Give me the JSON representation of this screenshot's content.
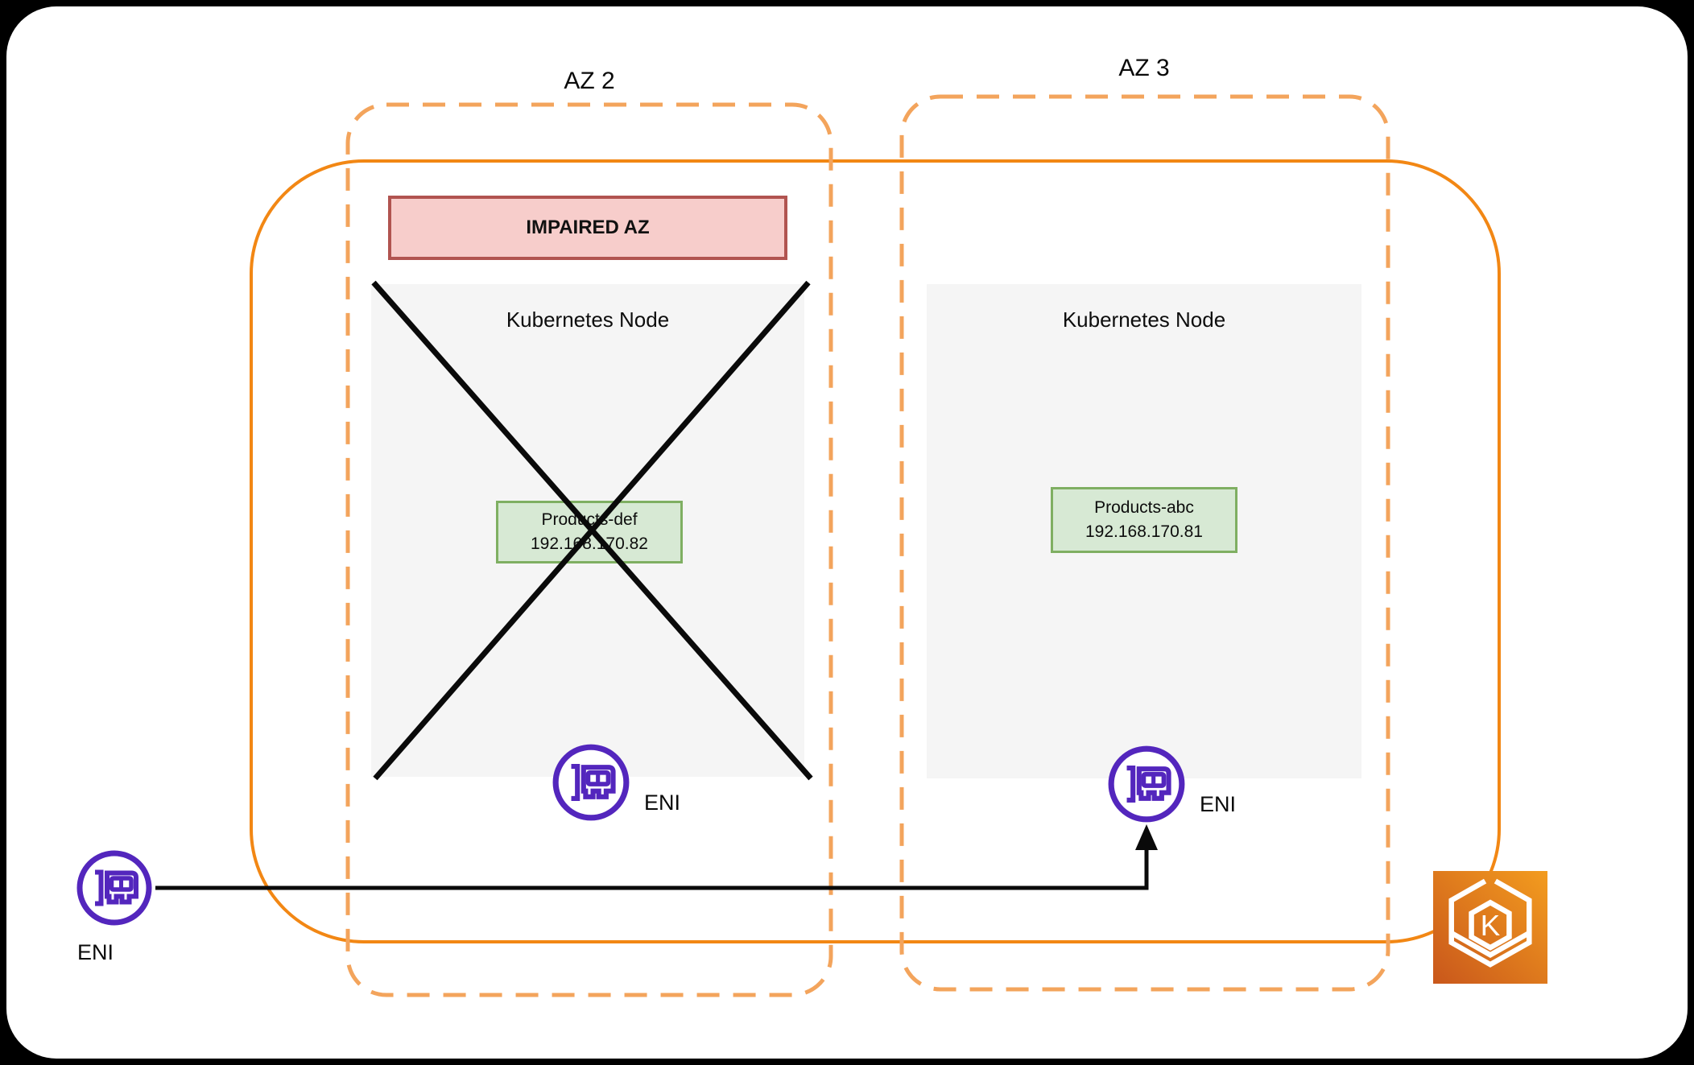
{
  "zones": {
    "az2": {
      "label": "AZ 2"
    },
    "az3": {
      "label": "AZ 3"
    }
  },
  "impaired_banner": {
    "label": "IMPAIRED AZ"
  },
  "nodes": {
    "left": {
      "title": "Kubernetes Node",
      "pod_name": "Products-def",
      "pod_ip": "192.168.170.82",
      "eni_label": "ENI",
      "status": "failed (crossed out)"
    },
    "right": {
      "title": "Kubernetes Node",
      "pod_name": "Products-abc",
      "pod_ip": "192.168.170.81",
      "eni_label": "ENI",
      "status": "healthy"
    }
  },
  "external_eni": {
    "label": "ENI"
  },
  "eks": {
    "badge_letter": "K"
  },
  "colors": {
    "az_boundary_dashed": "#F3A45C",
    "eks_cluster_solid": "#F28714",
    "eni_purple": "#5326BD",
    "impaired_fill": "#F7CDCB",
    "impaired_border": "#B15450",
    "pod_fill": "#D7E9D4",
    "pod_border": "#7FAF62",
    "node_fill": "#F5F5F5",
    "failure_cross": "#0A0A0A",
    "connector": "#0A0A0A",
    "eks_gradient_dark": "#C9571B",
    "eks_gradient_light": "#F39C1F"
  }
}
